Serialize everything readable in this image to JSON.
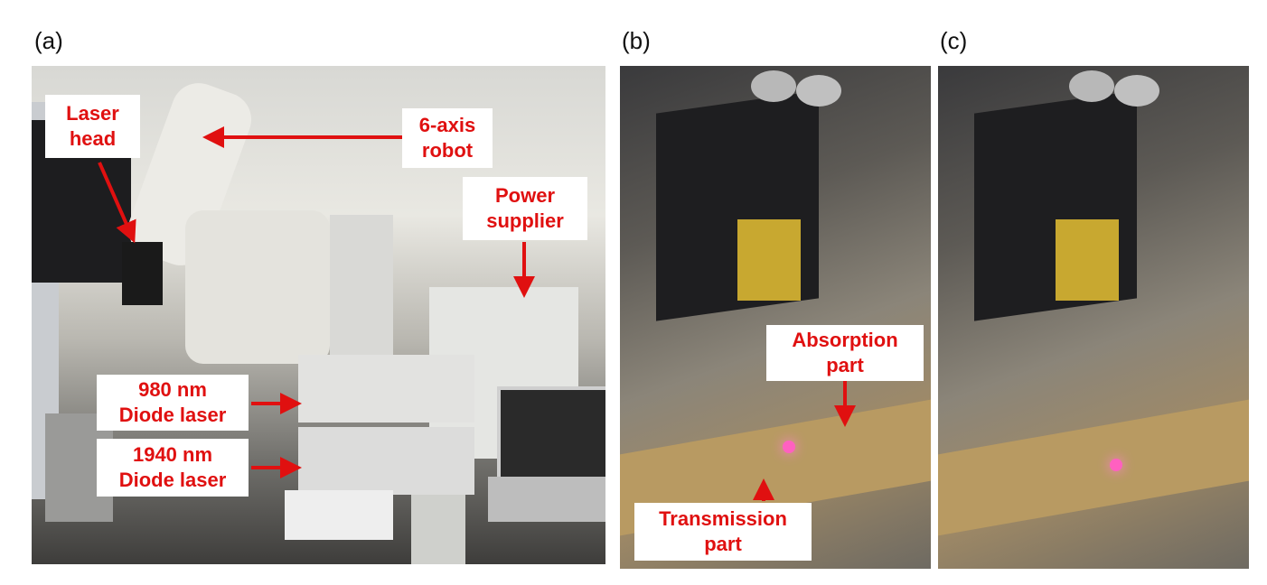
{
  "panels": {
    "a": {
      "label": "(a)",
      "annotations": {
        "laser_head": [
          "Laser",
          "head"
        ],
        "robot": [
          "6-axis",
          "robot"
        ],
        "power": [
          "Power",
          "supplier"
        ],
        "diode_980": [
          "980 nm",
          "Diode laser"
        ],
        "diode_1940": [
          "1940 nm",
          "Diode laser"
        ]
      }
    },
    "b": {
      "label": "(b)",
      "annotations": {
        "absorption": [
          "Absorption",
          "part"
        ],
        "transmission": [
          "Transmission",
          "part"
        ]
      }
    },
    "c": {
      "label": "(c)"
    }
  },
  "colors": {
    "annotation_text": "#e01010",
    "arrow": "#e01010"
  }
}
